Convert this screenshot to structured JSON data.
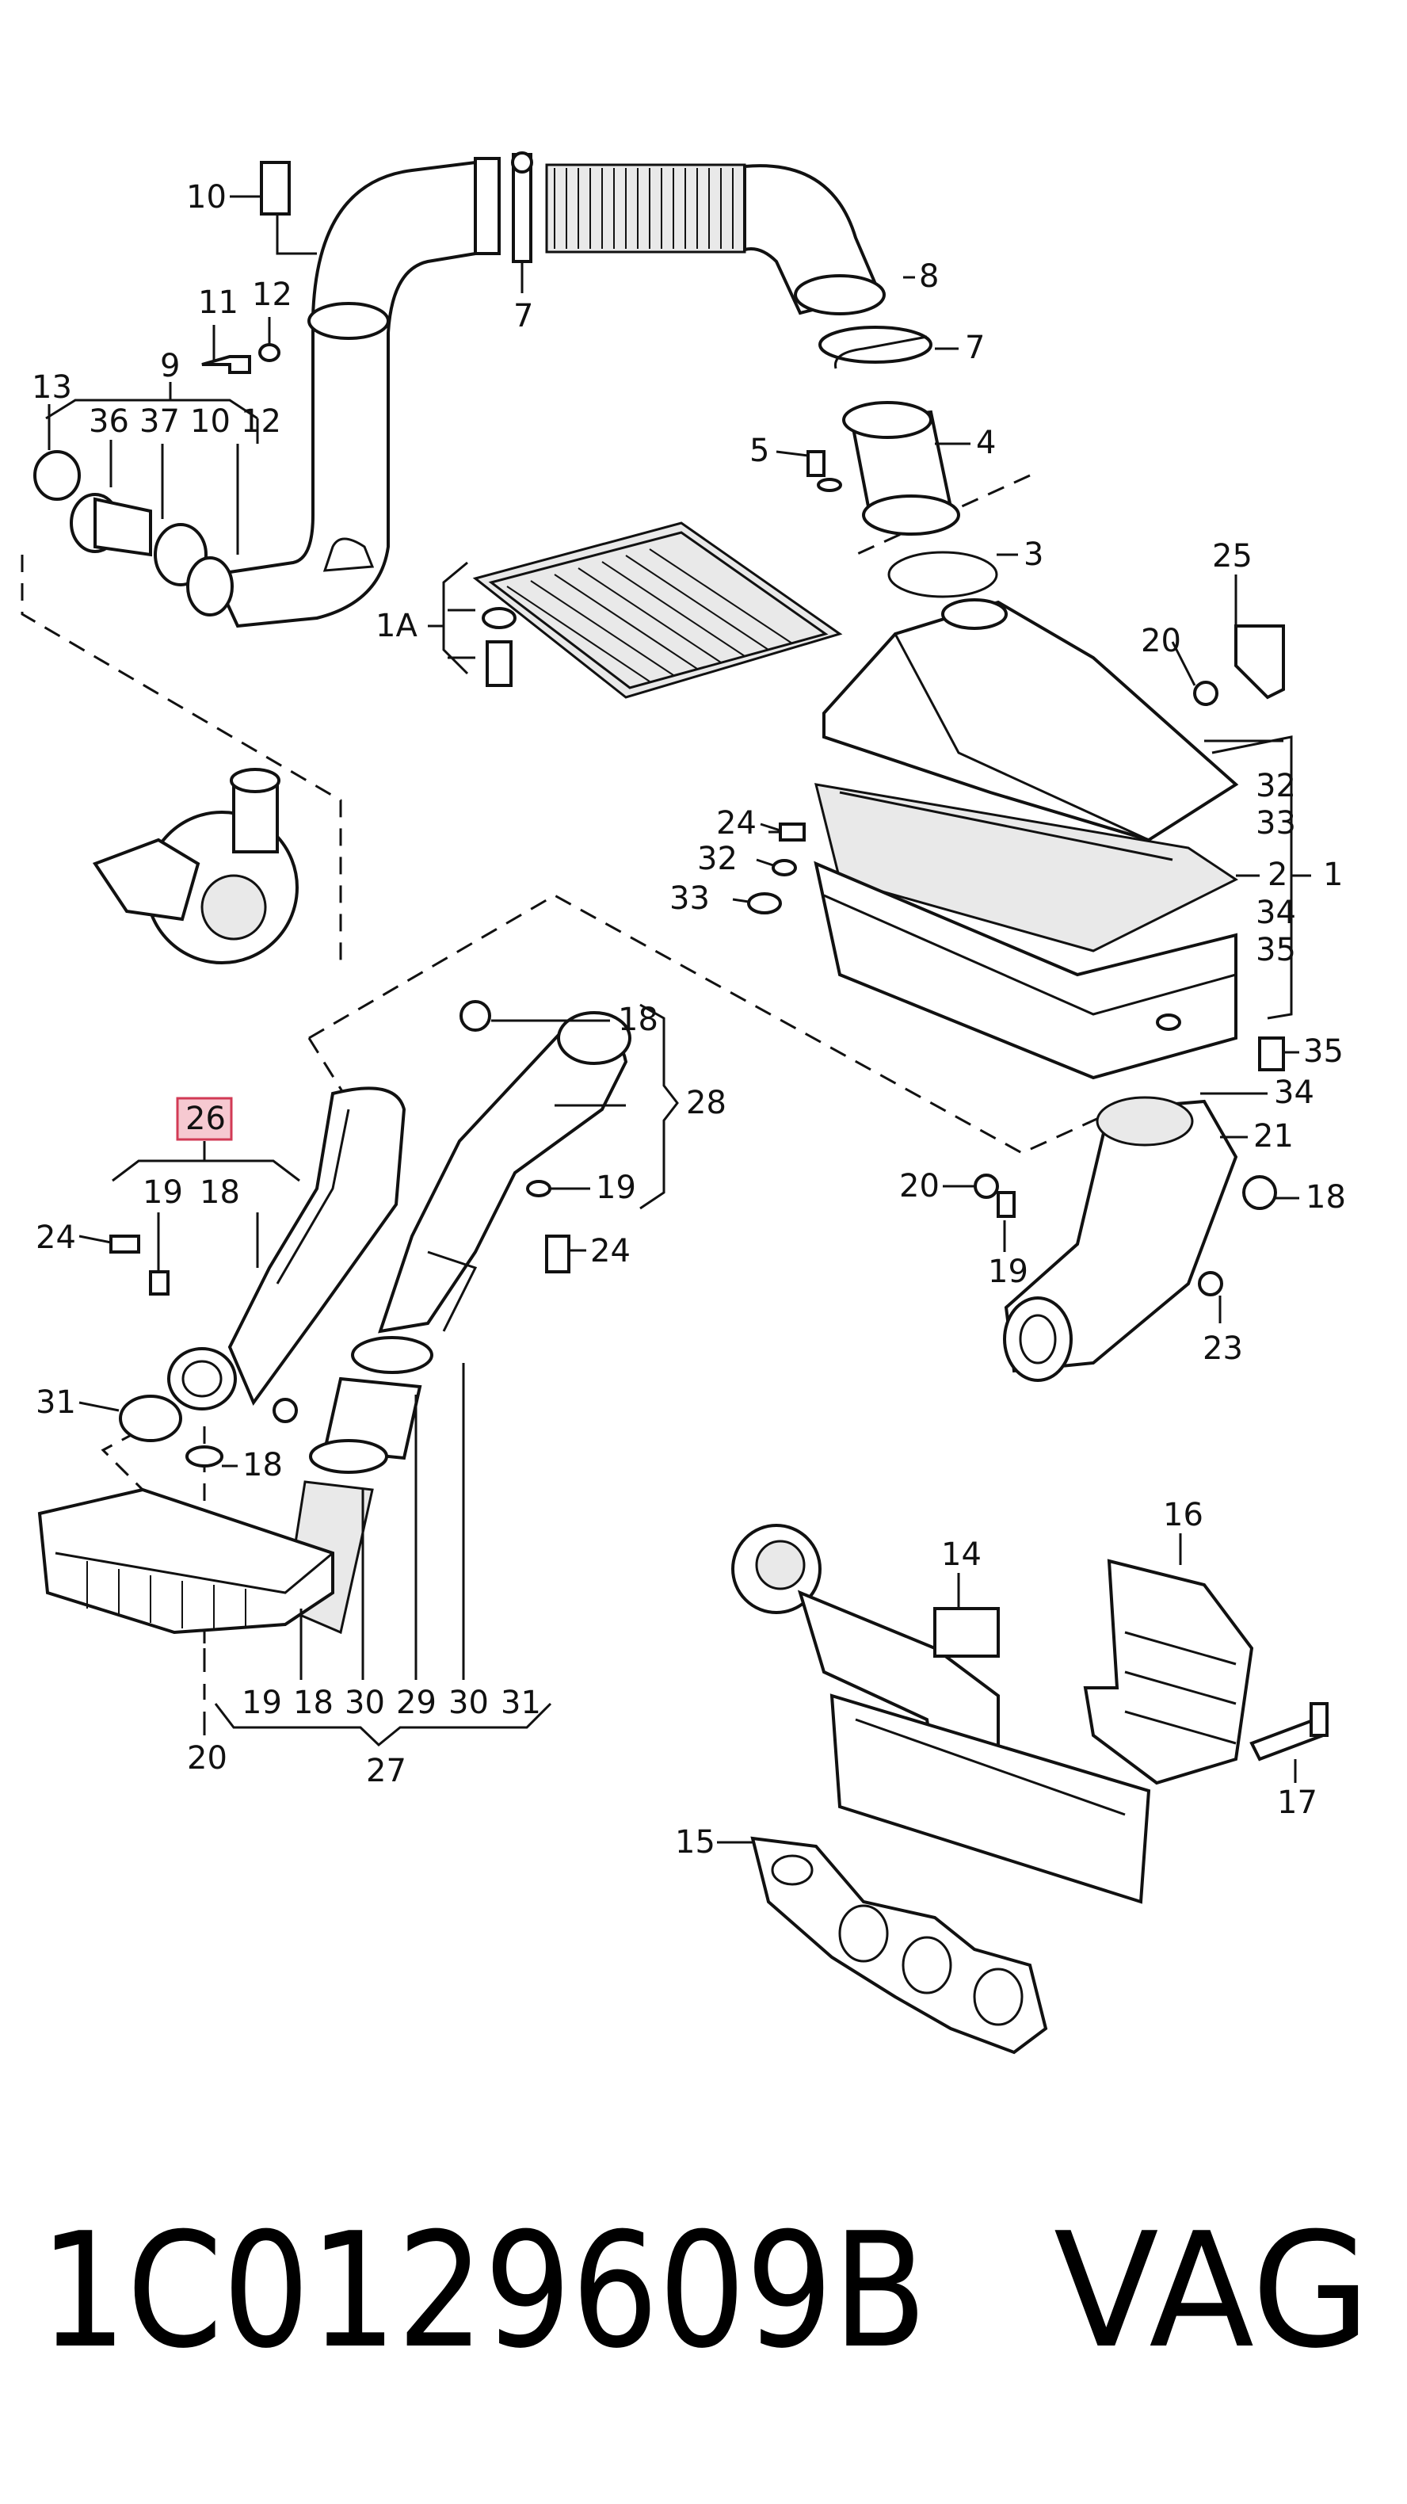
{
  "diagram": {
    "highlighted_part": "26",
    "highlight_color": "#f6c9d1",
    "callouts": [
      {
        "id": "c-10a",
        "text": "10"
      },
      {
        "id": "c-7a",
        "text": "7"
      },
      {
        "id": "c-8",
        "text": "8"
      },
      {
        "id": "c-7b",
        "text": "7"
      },
      {
        "id": "c-11",
        "text": "11"
      },
      {
        "id": "c-12a",
        "text": "12"
      },
      {
        "id": "c-9",
        "text": "9"
      },
      {
        "id": "c-13",
        "text": "13"
      },
      {
        "id": "c-36a",
        "text": "36"
      },
      {
        "id": "c-37",
        "text": "37"
      },
      {
        "id": "c-10b",
        "text": "10"
      },
      {
        "id": "c-12b",
        "text": "12"
      },
      {
        "id": "c-5",
        "text": "5"
      },
      {
        "id": "c-4",
        "text": "4"
      },
      {
        "id": "c-3",
        "text": "3"
      },
      {
        "id": "c-1A",
        "text": "1A"
      },
      {
        "id": "c-25",
        "text": "25"
      },
      {
        "id": "c-20a",
        "text": "20"
      },
      {
        "id": "c-32a",
        "text": "32"
      },
      {
        "id": "c-33a",
        "text": "33"
      },
      {
        "id": "c-24a",
        "text": "24"
      },
      {
        "id": "c-32b",
        "text": "32"
      },
      {
        "id": "c-33b",
        "text": "33"
      },
      {
        "id": "c-2",
        "text": "2"
      },
      {
        "id": "c-1",
        "text": "1"
      },
      {
        "id": "c-34a",
        "text": "34"
      },
      {
        "id": "c-35a",
        "text": "35"
      },
      {
        "id": "c-35b",
        "text": "35"
      },
      {
        "id": "c-34b",
        "text": "34"
      },
      {
        "id": "c-21",
        "text": "21"
      },
      {
        "id": "c-20b",
        "text": "20"
      },
      {
        "id": "c-18a",
        "text": "18"
      },
      {
        "id": "c-19a",
        "text": "19"
      },
      {
        "id": "c-23",
        "text": "23"
      },
      {
        "id": "c-18b",
        "text": "18"
      },
      {
        "id": "c-28",
        "text": "28"
      },
      {
        "id": "c-19b",
        "text": "19"
      },
      {
        "id": "c-24b",
        "text": "24"
      },
      {
        "id": "c-26",
        "text": "26"
      },
      {
        "id": "c-19c",
        "text": "19"
      },
      {
        "id": "c-18c",
        "text": "18"
      },
      {
        "id": "c-24c",
        "text": "24"
      },
      {
        "id": "c-31a",
        "text": "31"
      },
      {
        "id": "c-18d",
        "text": "18"
      },
      {
        "id": "c-19d",
        "text": "19"
      },
      {
        "id": "c-18e",
        "text": "18"
      },
      {
        "id": "c-30a",
        "text": "30"
      },
      {
        "id": "c-29",
        "text": "29"
      },
      {
        "id": "c-30b",
        "text": "30"
      },
      {
        "id": "c-31b",
        "text": "31"
      },
      {
        "id": "c-27",
        "text": "27"
      },
      {
        "id": "c-20c",
        "text": "20"
      },
      {
        "id": "c-16",
        "text": "16"
      },
      {
        "id": "c-14",
        "text": "14"
      },
      {
        "id": "c-17",
        "text": "17"
      },
      {
        "id": "c-15",
        "text": "15"
      }
    ]
  },
  "footer": {
    "part_number": "1C0129609B",
    "brand": "VAG"
  }
}
